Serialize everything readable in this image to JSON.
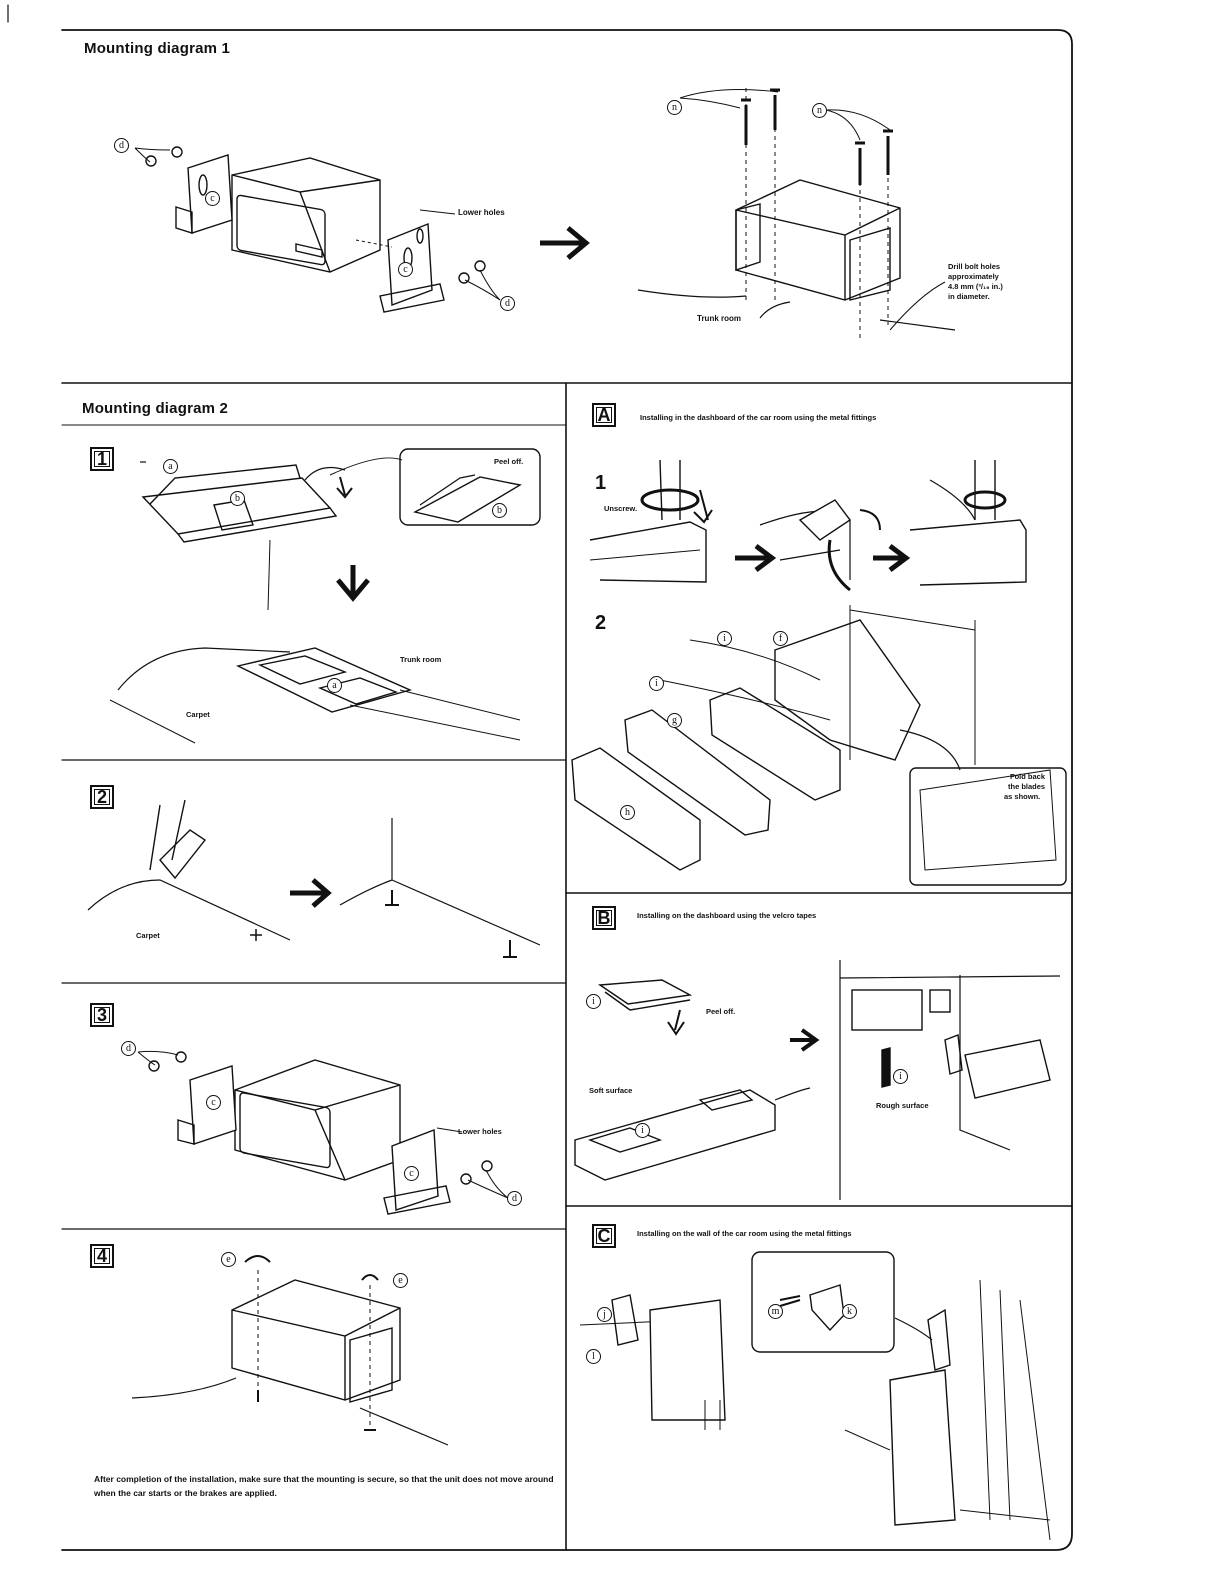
{
  "diagram1": {
    "title": "Mounting diagram 1",
    "lower_holes": "Lower holes",
    "trunk_room": "Trunk room",
    "drill_note": [
      "Drill bolt holes",
      "approximately",
      "4.8 mm (³/₁₆ in.)",
      "in diameter."
    ],
    "parts": {
      "d": "d",
      "c": "c",
      "n": "n"
    }
  },
  "diagram2": {
    "title": "Mounting diagram 2",
    "steps": [
      "1",
      "2",
      "3",
      "4"
    ],
    "step1": {
      "peel_off": "Peel off.",
      "trunk_room": "Trunk room",
      "carpet": "Carpet",
      "parts": {
        "a": "a",
        "b": "b"
      }
    },
    "step2": {
      "carpet": "Carpet"
    },
    "step3": {
      "lower_holes": "Lower holes",
      "parts": {
        "d": "d",
        "c": "c"
      }
    },
    "step4": {
      "parts": {
        "e": "e"
      }
    },
    "note": "After completion of the installation, make sure that the mounting is secure, so that the unit does not move around when the car starts or the brakes are applied."
  },
  "section_a": {
    "letter": "A",
    "title": "Installing in the dashboard of the car room using the metal fittings",
    "step1": "1",
    "step2": "2",
    "unscrew": "Unscrew.",
    "fold_back": [
      "Fold back",
      "the blades",
      "as shown."
    ],
    "parts": {
      "i": "i",
      "f": "f",
      "g": "g",
      "h": "h"
    }
  },
  "section_b": {
    "letter": "B",
    "title": "Installing on the dashboard using the velcro tapes",
    "peel_off": "Peel off.",
    "soft_surface": "Soft surface",
    "rough_surface": "Rough surface",
    "parts": {
      "i": "i"
    }
  },
  "section_c": {
    "letter": "C",
    "title": "Installing on the wall of the car room using the metal fittings",
    "parts": {
      "j": "j",
      "l": "l",
      "m": "m",
      "k": "k"
    }
  },
  "colors": {
    "ink": "#111111",
    "paper": "#ffffff"
  }
}
